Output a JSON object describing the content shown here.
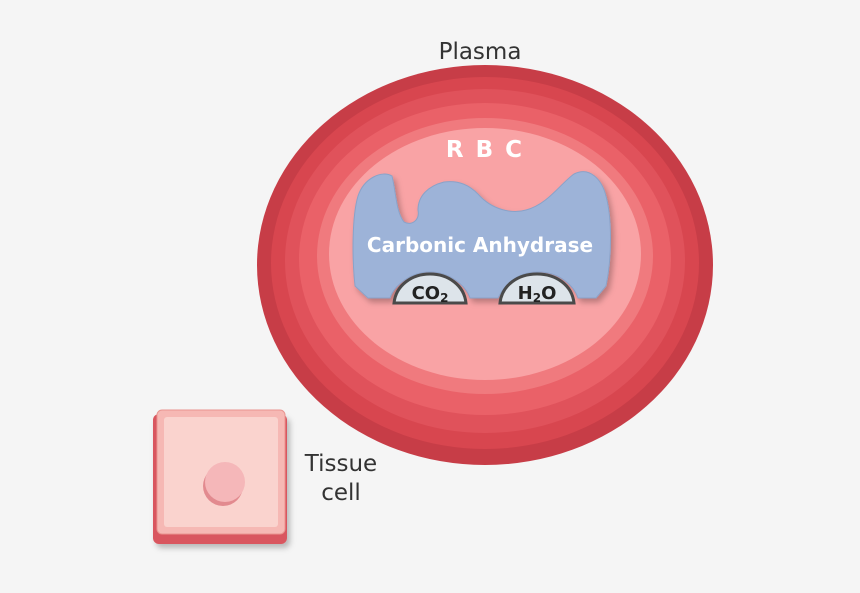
{
  "labels": {
    "plasma": "Plasma",
    "rbc": "R B C",
    "enzyme": "Carbonic Anhydrase",
    "tissue_cell_line1": "Tissue",
    "tissue_cell_line2": "cell"
  },
  "substrates": {
    "co2_main": "CO",
    "co2_sub": "2",
    "h2o_main_h": "H",
    "h2o_sub": "2",
    "h2o_main_o": "O"
  },
  "colors": {
    "background": "#f5f5f5",
    "rbc_outer": "#c9404a",
    "rbc_inner": "#f9a3a5",
    "enzyme": "#9db3d8",
    "substrate": "#dde4ea",
    "tissue_cell": "#f8c8c3",
    "text_dark": "#333333",
    "text_light": "#ffffff"
  }
}
